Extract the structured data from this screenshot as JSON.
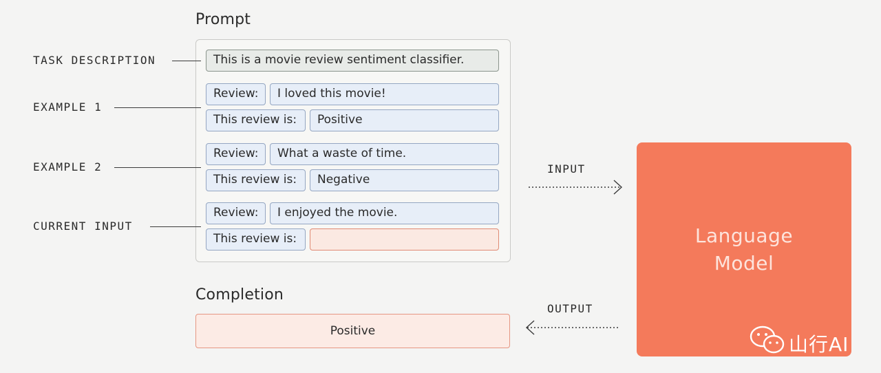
{
  "prompt": {
    "title": "Prompt",
    "task_label": "TASK DESCRIPTION",
    "task_text": "This is a movie review sentiment classifier.",
    "examples": [
      {
        "label": "EXAMPLE 1",
        "review_key": "Review:",
        "review": "I loved this movie!",
        "verdict_key": "This review is:",
        "verdict": "Positive"
      },
      {
        "label": "EXAMPLE 2",
        "review_key": "Review:",
        "review": "What a waste of time.",
        "verdict_key": "This review is:",
        "verdict": "Negative"
      }
    ],
    "current": {
      "label": "CURRENT INPUT",
      "review_key": "Review:",
      "review": "I enjoyed the movie.",
      "verdict_key": "This review is:",
      "verdict": ""
    }
  },
  "flow": {
    "input_label": "INPUT",
    "output_label": "OUTPUT"
  },
  "model": {
    "label": "Language\nModel"
  },
  "completion": {
    "title": "Completion",
    "value": "Positive"
  },
  "watermark": {
    "text": "山行AI"
  },
  "colors": {
    "model": "#f47a5b",
    "field_blue": "#e7eef8",
    "field_empty": "#fbe9e2"
  }
}
